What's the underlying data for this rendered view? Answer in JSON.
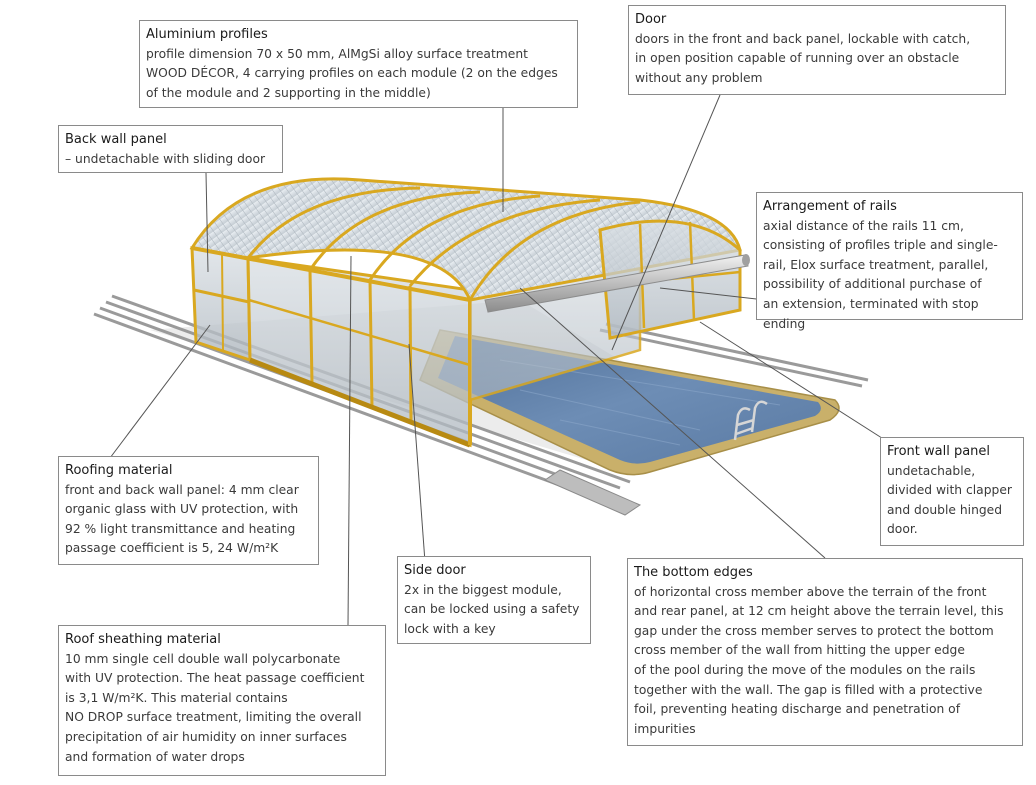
{
  "colors": {
    "frame": "#d9a820",
    "water": "#5f7fa8",
    "pool_edge": "#c9b06a",
    "rail": "#9a9a9a",
    "leader": "#555555",
    "box_border": "#8a8a8a"
  },
  "illustration": {
    "subject": "telescopic swimming pool enclosure with pool"
  },
  "callouts": {
    "aluminium": {
      "title": "Aluminium profiles",
      "text": "profile dimension 70 x 50 mm, AlMgSi alloy surface treatment\nWOOD DÉCOR, 4 carrying profiles on each module (2 on the edges\nof the module and 2 supporting in the middle)"
    },
    "door": {
      "title": "Door",
      "text": "doors in the front and back panel, lockable with catch,\nin open position capable of running over an obstacle\nwithout any problem"
    },
    "back_wall": {
      "title": "Back wall panel",
      "text": "– undetachable with sliding door"
    },
    "rails": {
      "title": "Arrangement of rails",
      "text": "axial distance of the rails 11 cm,\nconsisting of profiles triple and single-\nrail, Elox surface treatment, parallel,\npossibility of additional purchase of\nan extension, terminated with stop ending"
    },
    "front_wall": {
      "title": "Front wall panel",
      "text": "undetachable,\ndivided with clapper\nand double hinged\ndoor."
    },
    "roofing": {
      "title": "Roofing material",
      "text": "front and back wall panel: 4 mm clear\norganic glass with UV protection, with\n92 % light transmittance and heating\npassage coefficient is 5, 24 W/m²K"
    },
    "side_door": {
      "title": "Side door",
      "text": "2x in the biggest module,\ncan be locked using a safety\nlock with a key"
    },
    "sheathing": {
      "title": "Roof sheathing material",
      "text": "10 mm single cell double wall polycarbonate\nwith UV protection. The heat passage coefficient\nis 3,1 W/m²K. This material contains\nNO DROP surface treatment, limiting the overall\nprecipitation of air humidity on inner surfaces\nand formation  of water drops"
    },
    "bottom_edges": {
      "title": "The bottom edges",
      "text": "of horizontal cross member above the terrain of the front\nand rear panel, at 12 cm height above the terrain level, this\ngap under the cross member serves to protect the bottom\ncross member of the wall from hitting the upper edge\nof the pool during the move of the modules on the rails\ntogether with the wall. The gap is filled with a protective\nfoil, preventing heating discharge and penetration of\nimpurities"
    }
  }
}
